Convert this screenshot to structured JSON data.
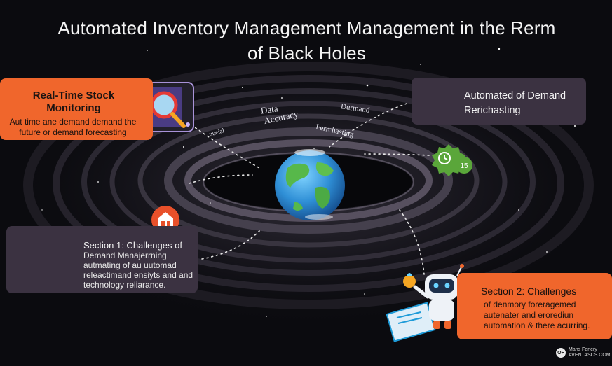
{
  "title": {
    "line1": "Automated Inventory Management Management in the  Rerm",
    "line2": "of Black Holes"
  },
  "cards": {
    "real_time": {
      "title": "Real-Time Stock Monitoring",
      "body": "Aut time ane demand demand the future or demand forecasting"
    },
    "automated": {
      "title": "Automated of Demand Rerichasting"
    },
    "section1": {
      "title": "Section 1: Challenges of",
      "body": "Demand Manajerrning autmating of au uutomad releactimand ensiyts and and technology reliarance."
    },
    "section2": {
      "title": "Section 2: Challenges",
      "body": "of denmory foreragemed autenater and erorediun automation & there acurring."
    }
  },
  "orbit_labels": {
    "data": "Data",
    "accuracy": "Accuracy",
    "demand": "Durmand",
    "forecasting": "Ferrchasting",
    "small": "uueial"
  },
  "badge": {
    "number": "15"
  },
  "watermark": {
    "line1": "Mans Fenery",
    "line2": "AVENTASCS.COM"
  },
  "colors": {
    "orange": "#f0662c",
    "purple_card": "#3b3241",
    "background": "#0b0b0f",
    "green_badge": "#5aa63a"
  },
  "icons": [
    "magnifier-icon",
    "stopwatch-icon",
    "clock-badge-icon",
    "warehouse-icon",
    "area-chart-icon",
    "robot-icon",
    "earth-icon"
  ]
}
